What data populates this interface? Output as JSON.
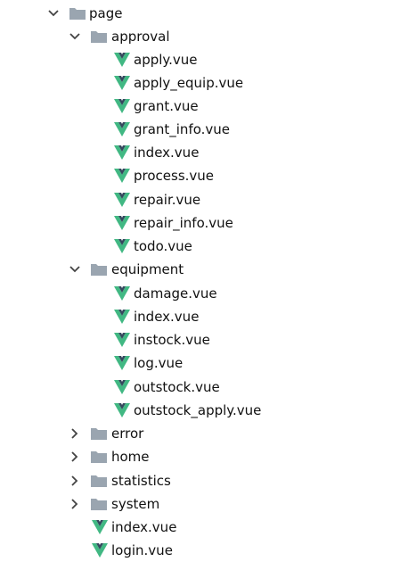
{
  "colors": {
    "folder": "#9aa5b0",
    "vue_green": "#41b883",
    "vue_dark": "#35495e",
    "arrow": "#444444",
    "text": "#111111"
  },
  "tree": {
    "root": {
      "label": "page",
      "expanded": true,
      "icon": "folder-icon"
    },
    "approval": {
      "label": "approval",
      "expanded": true,
      "icon": "folder-icon",
      "files": [
        "apply.vue",
        "apply_equip.vue",
        "grant.vue",
        "grant_info.vue",
        "index.vue",
        "process.vue",
        "repair.vue",
        "repair_info.vue",
        "todo.vue"
      ]
    },
    "equipment": {
      "label": "equipment",
      "expanded": true,
      "icon": "folder-icon",
      "files": [
        "damage.vue",
        "index.vue",
        "instock.vue",
        "log.vue",
        "outstock.vue",
        "outstock_apply.vue"
      ]
    },
    "collapsed_folders": [
      "error",
      "home",
      "statistics",
      "system"
    ],
    "root_files": [
      "index.vue",
      "login.vue"
    ]
  }
}
